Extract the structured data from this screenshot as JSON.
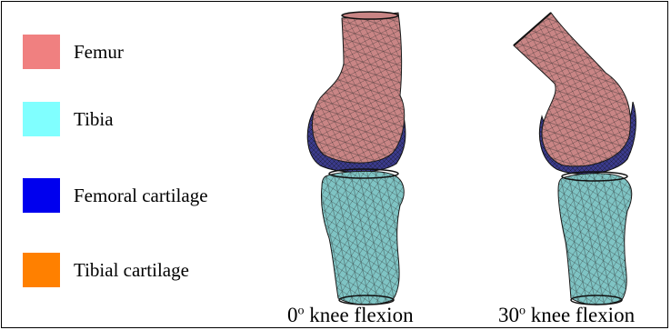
{
  "legend": [
    {
      "label": "Femur",
      "color": "#f08080"
    },
    {
      "label": "Tibia",
      "color": "#80ffff"
    },
    {
      "label": "Femoral cartilage",
      "color": "#0000ee"
    },
    {
      "label": "Tibial cartilage",
      "color": "#ff8000"
    }
  ],
  "models": [
    {
      "angle": "0",
      "degree_symbol": "o",
      "caption": "knee flexion"
    },
    {
      "angle": "30",
      "degree_symbol": "o",
      "caption": "knee flexion"
    }
  ],
  "colors": {
    "femur_mesh": "#c98585",
    "tibia_mesh": "#7fc4c4",
    "femoral_cartilage_mesh": "#3b3b8c",
    "mesh_lines": "#2a2a2a"
  }
}
